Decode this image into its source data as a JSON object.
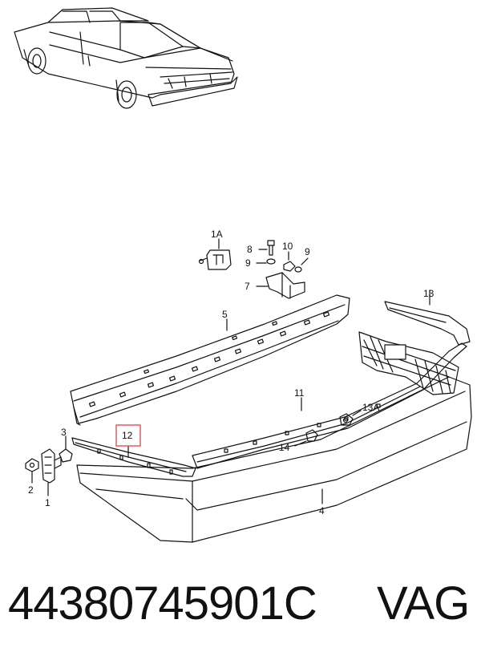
{
  "diagram": {
    "callouts": {
      "c1": "1",
      "c1A": "1A",
      "c2": "2",
      "c3": "3",
      "c4": "4",
      "c5": "5",
      "c7": "7",
      "c8": "8",
      "c9a": "9",
      "c9b": "9",
      "c10": "10",
      "c11": "11",
      "c12": "12",
      "c13": "13",
      "c13A": "13A",
      "c14": "14"
    },
    "highlight_color": "#e0505a",
    "line_color": "#111111"
  },
  "footer": {
    "part_number": "44380745901C",
    "brand": "VAG"
  }
}
